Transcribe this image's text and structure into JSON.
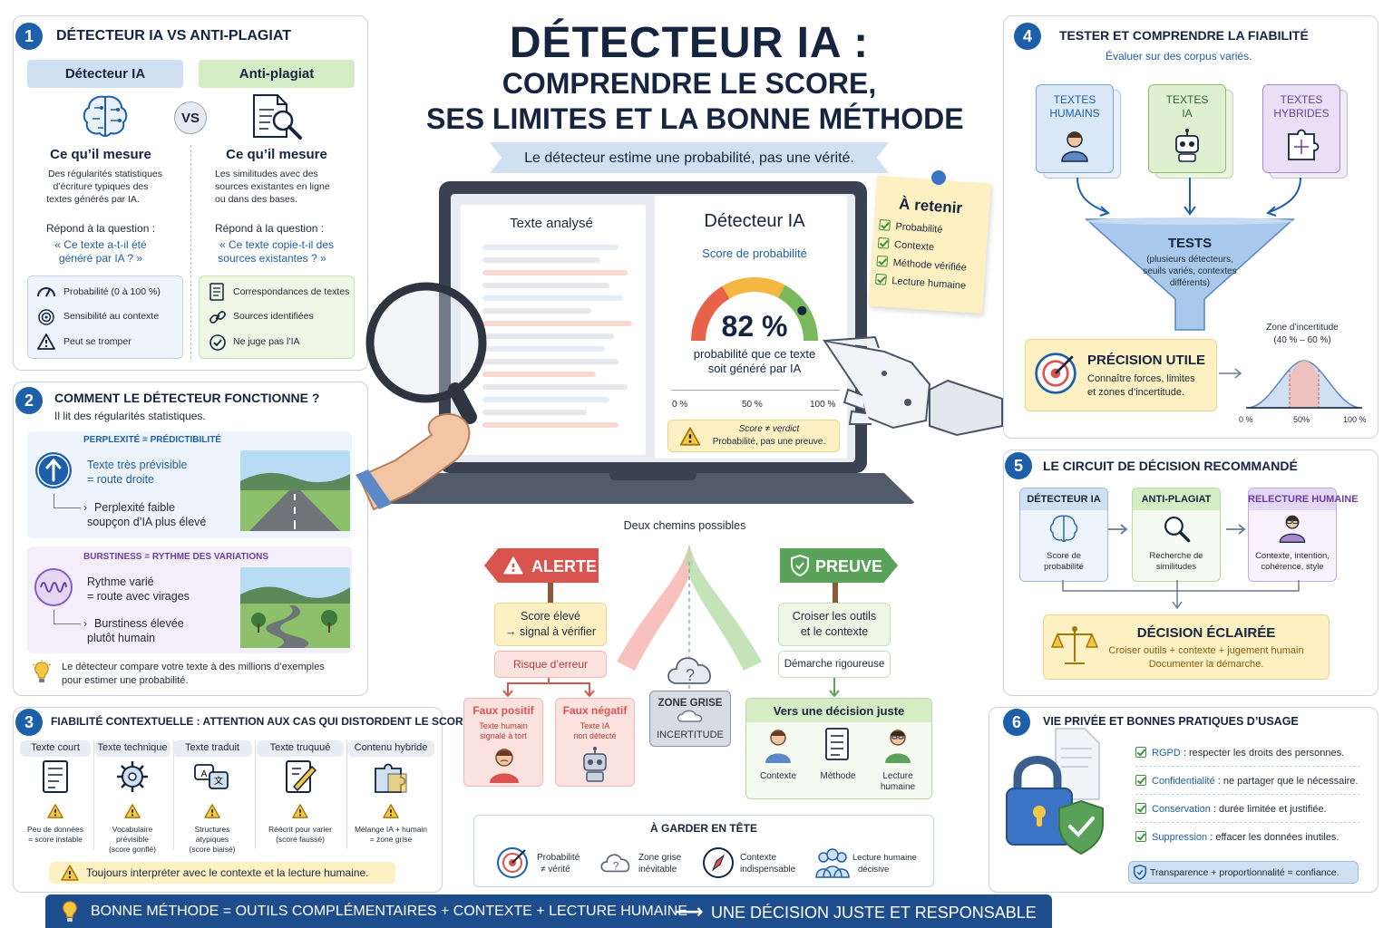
{
  "title": {
    "line1": "DÉTECTEUR IA :",
    "line2": "COMPRENDRE LE SCORE,",
    "line3": "SES LIMITES ET LA BONNE MÉTHODE",
    "banner": "Le détecteur estime une probabilité, pas une vérité."
  },
  "section1": {
    "num": "1",
    "title": "DÉTECTEUR IA  VS  ANTI-PLAGIAT",
    "vs": "VS",
    "left": {
      "header": "Détecteur IA",
      "measure_title": "Ce qu’il mesure",
      "measure_text": [
        "Des régularités statistiques",
        "d’écriture typiques des",
        "textes générés par IA."
      ],
      "question_title": "Répond à la question :",
      "question": [
        "« Ce texte a-t-il été",
        "généré par IA ? »"
      ],
      "features": [
        "Probabilité (0 à 100 %)",
        "Sensibilité au contexte",
        "Peut se tromper"
      ]
    },
    "right": {
      "header": "Anti-plagiat",
      "measure_title": "Ce qu’il mesure",
      "measure_text": [
        "Les similitudes avec des",
        "sources existantes en ligne",
        "ou dans des bases."
      ],
      "question_title": "Répond à la question :",
      "question": [
        "« Ce texte copie-t-il des",
        "sources existantes ? »"
      ],
      "features": [
        "Correspondances de textes",
        "Sources identifiées",
        "Ne juge pas l’IA"
      ]
    }
  },
  "section2": {
    "num": "2",
    "title": "COMMENT LE DÉTECTEUR FONCTIONNE ?",
    "subtitle": "Il lit des régularités statistiques.",
    "perplexity": {
      "label": "PERPLEXITÉ = PRÉDICTIBILITÉ",
      "text": [
        "Texte très prévisible",
        "= route droite"
      ],
      "result": [
        "Perplexité faible",
        "soupçon d’IA plus élevé"
      ]
    },
    "burstiness": {
      "label": "BURSTINESS = RYTHME DES VARIATIONS",
      "text": [
        "Rythme varié",
        "= route avec virages"
      ],
      "result": [
        "Burstiness élevée",
        "plutôt humain"
      ]
    },
    "note": [
      "Le détecteur compare votre texte à des millions d’exemples",
      "pour estimer une probabilité."
    ]
  },
  "section3": {
    "num": "3",
    "title": "FIABILITÉ CONTEXTUELLE : ATTENTION AUX CAS QUI DISTORDENT LE SCORE",
    "cases": [
      {
        "label": "Texte court",
        "desc": [
          "Peu de données",
          "= score instable"
        ]
      },
      {
        "label": "Texte technique",
        "desc": [
          "Vocabulaire",
          "prévisible",
          "(score gonflé)"
        ]
      },
      {
        "label": "Texte traduit",
        "desc": [
          "Structures",
          "atypiques",
          "(score biaisé)"
        ]
      },
      {
        "label": "Texte truquué",
        "desc": [
          "Réécrit pour varier",
          "(score faussé)"
        ]
      },
      {
        "label": "Contenu hybride",
        "desc": [
          "Mélange IA + humain",
          "= zone grise"
        ]
      }
    ],
    "warning": "Toujours interpréter avec le contexte et la lecture humaine."
  },
  "laptop": {
    "left_title": "Texte analysé",
    "right_title": "Détecteur IA",
    "score_label": "Score de probabilité",
    "score": "82 %",
    "score_value": 82,
    "score_desc": [
      "probabilité que ce texte",
      "soit généré par IA"
    ],
    "scale": [
      "0 %",
      "50 %",
      "100 %"
    ],
    "warning": [
      "Score ≠ verdict",
      "Probabilité, pas une preuve."
    ]
  },
  "retenir": {
    "title": "À retenir",
    "items": [
      "Probabilité",
      "Contexte",
      "Méthode vérifiée",
      "Lecture humaine"
    ]
  },
  "paths": {
    "title": "Deux chemins possibles",
    "alert": {
      "sign": "ALERTE",
      "box": [
        "Score élevé",
        "→ signal à vérifier"
      ],
      "risk": "Risque d’erreur",
      "fp": {
        "title": "Faux positif",
        "desc": [
          "Texte humain",
          "signalé à tort"
        ]
      },
      "fn": {
        "title": "Faux négatif",
        "desc": [
          "Texte IA",
          "non détecté"
        ]
      }
    },
    "zone": {
      "title": "ZONE GRISE",
      "sub": "INCERTITUDE"
    },
    "proof": {
      "sign": "PREUVE",
      "box": [
        "Croiser les outils",
        "et le contexte"
      ],
      "method": "Démarche rigoureuse",
      "decision_title": "Vers une décision juste",
      "items": [
        {
          "label": [
            "Contexte"
          ]
        },
        {
          "label": [
            "Méthode"
          ]
        },
        {
          "label": [
            "Lecture",
            "humaine"
          ]
        }
      ]
    }
  },
  "keep": {
    "title": "À GARDER EN TÊTE",
    "items": [
      {
        "text": [
          "Probabilité",
          "≠ vérité"
        ]
      },
      {
        "text": [
          "Zone grise",
          "inévitable"
        ]
      },
      {
        "text": [
          "Contexte",
          "indispensable"
        ]
      },
      {
        "text": [
          "Lecture humaine",
          "décisive"
        ]
      }
    ]
  },
  "section4": {
    "num": "4",
    "title": "TESTER ET COMPRENDRE LA FIABILITÉ",
    "subtitle": "Évaluer sur des corpus variés.",
    "corpus": [
      {
        "label": [
          "TEXTES",
          "HUMAINS"
        ]
      },
      {
        "label": [
          "TEXTES",
          "IA"
        ]
      },
      {
        "label": [
          "TEXTES",
          "HYBRIDES"
        ]
      }
    ],
    "funnel_title": "TESTS",
    "funnel_text": [
      "(plusieurs détecteurs,",
      "seuils variés, contextes",
      "différents)"
    ],
    "precision_title": "PRÉCISION UTILE",
    "precision_text": [
      "Connaître forces, limites",
      "et zones d’incertitude."
    ],
    "zone_label": [
      "Zone d’incertitude",
      "(40 % – 60 %)"
    ],
    "curve_ticks": [
      "0 %",
      "50%",
      "100 %"
    ]
  },
  "section5": {
    "num": "5",
    "title": "LE CIRCUIT DE DÉCISION RECOMMANDÉ",
    "steps": [
      {
        "header": "DÉTECTEUR IA",
        "desc": [
          "Score de",
          "probabilité"
        ]
      },
      {
        "header": "ANTI-PLAGIAT",
        "desc": [
          "Recherche de",
          "similitudes"
        ]
      },
      {
        "header": "RELECTURE HUMAINE",
        "desc": [
          "Contexte, intention,",
          "cohérence, style"
        ]
      }
    ],
    "decision_title": "DÉCISION ÉCLAIRÉE",
    "decision_text": [
      "Croiser outils + contexte + jugement humain",
      "Documenter la démarche."
    ]
  },
  "section6": {
    "num": "6",
    "title": "VIE PRIVÉE ET BONNES PRATIQUES D’USAGE",
    "items": [
      {
        "key": "RGPD",
        "text": " : respecter les droits des personnes."
      },
      {
        "key": "Confidentialité",
        "text": " : ne partager que le nécessaire."
      },
      {
        "key": "Conservation",
        "text": " : durée limitée et justifiée."
      },
      {
        "key": "Suppression",
        "text": " : effacer les données inutiles."
      }
    ],
    "footer": "Transparence + proportionnalité = confiance."
  },
  "bottom_bar": {
    "left": "BONNE MÉTHODE = OUTILS COMPLÉMENTAIRES + CONTEXTE + LECTURE HUMAINE",
    "arrow": "⟶",
    "right": "UNE DÉCISION JUSTE ET RESPONSABLE"
  },
  "colors": {
    "primary": "#1d5fa8",
    "navy": "#15243f",
    "green_header": "#d6ecc4",
    "blue_header": "#cfe0f3",
    "alert": "#d9534f",
    "proof": "#5aa25a",
    "yellow": "#fdf1c4"
  }
}
